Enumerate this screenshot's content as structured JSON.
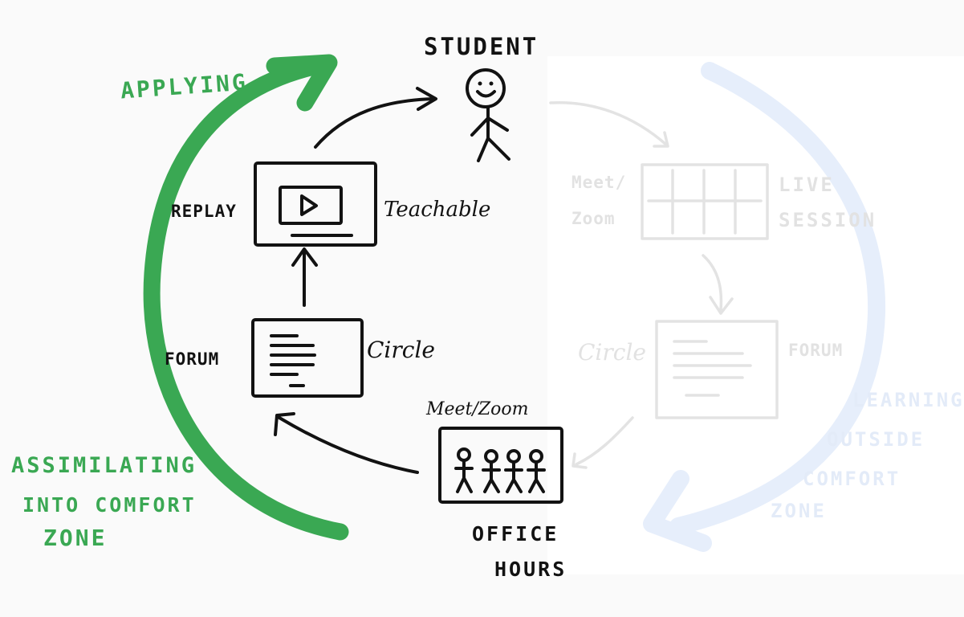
{
  "labels": {
    "student": "STUDENT",
    "applying": "APPLYING",
    "replay": "REPLAY",
    "teachable": "Teachable",
    "forum": "FORUM",
    "circle": "Circle",
    "meet_zoom": "Meet/Zoom",
    "office_hours_line1": "OFFICE",
    "office_hours_line2": "HOURS",
    "assimilating_line1": "ASSIMILATING",
    "assimilating_line2": "INTO COMFORT",
    "assimilating_line3": "ZONE"
  },
  "faded_labels": {
    "meet_zoom_line1": "Meet/",
    "meet_zoom_line2": "Zoom",
    "live_session_line1": "LIVE",
    "live_session_line2": "SESSION",
    "circle": "Circle",
    "forum": "FORUM",
    "learning_line1": "LEARNING",
    "learning_line2": "OUTSIDE",
    "learning_line3": "COMFORT",
    "learning_line4": "ZONE"
  },
  "colors": {
    "ink": "#121212",
    "green_arrow": "#3aa853",
    "faded_gray": "#e2e2e2",
    "faded_blue": "#e3ebf8",
    "background": "#fafafa"
  }
}
